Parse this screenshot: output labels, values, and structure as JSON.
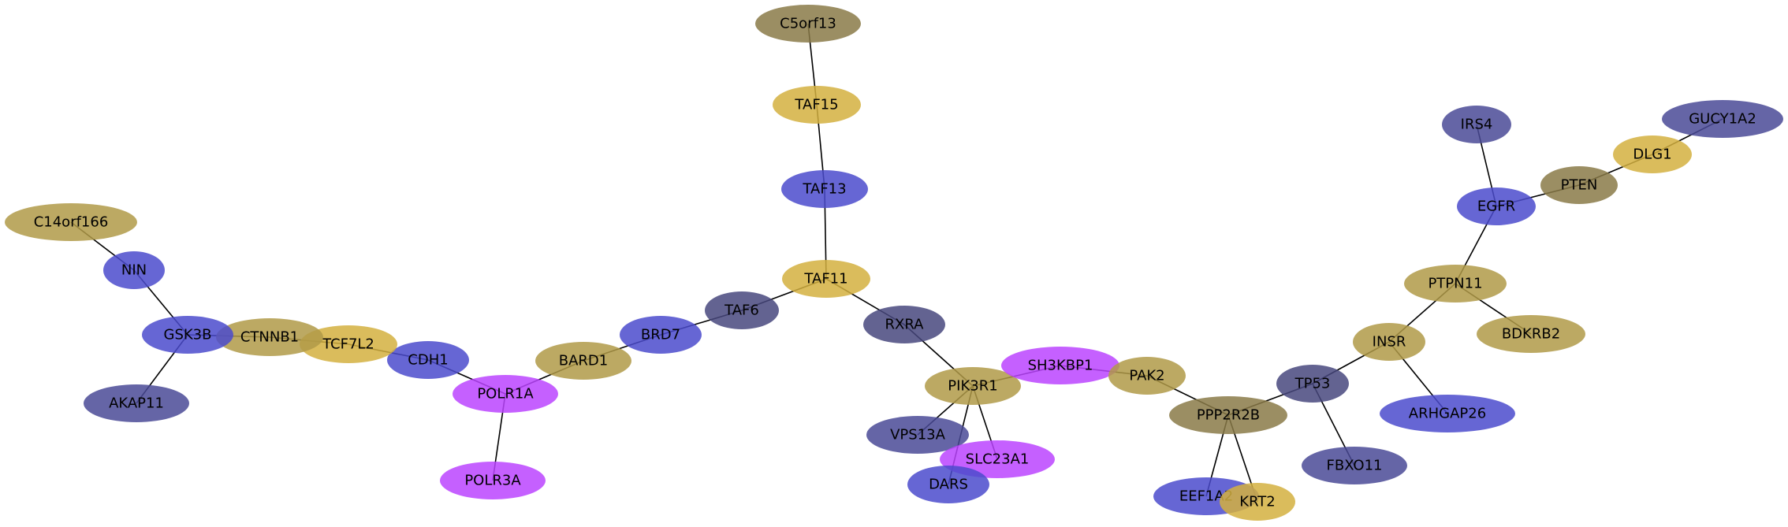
{
  "colors": {
    "blue": "#4b4bcc",
    "navy": "#4a4a96",
    "slate": "#48487e",
    "gold": "#d4b040",
    "khaki": "#b09a48",
    "olive": "#8a7a48",
    "magenta": "#bb44ff"
  },
  "nodes": [
    {
      "id": "C5orf13",
      "label": "C5orf13",
      "color": "olive"
    },
    {
      "id": "TAF15",
      "label": "TAF15",
      "color": "gold"
    },
    {
      "id": "TAF13",
      "label": "TAF13",
      "color": "blue"
    },
    {
      "id": "TAF11",
      "label": "TAF11",
      "color": "gold"
    },
    {
      "id": "TAF6",
      "label": "TAF6",
      "color": "slate"
    },
    {
      "id": "BRD7",
      "label": "BRD7",
      "color": "blue"
    },
    {
      "id": "BARD1",
      "label": "BARD1",
      "color": "khaki"
    },
    {
      "id": "POLR1A",
      "label": "POLR1A",
      "color": "magenta"
    },
    {
      "id": "POLR3A",
      "label": "POLR3A",
      "color": "magenta"
    },
    {
      "id": "CDH1",
      "label": "CDH1",
      "color": "blue"
    },
    {
      "id": "TCF7L2",
      "label": "TCF7L2",
      "color": "gold"
    },
    {
      "id": "CTNNB1",
      "label": "CTNNB1",
      "color": "khaki"
    },
    {
      "id": "GSK3B",
      "label": "GSK3B",
      "color": "blue"
    },
    {
      "id": "NIN",
      "label": "NIN",
      "color": "blue"
    },
    {
      "id": "C14orf166",
      "label": "C14orf166",
      "color": "khaki"
    },
    {
      "id": "AKAP11",
      "label": "AKAP11",
      "color": "navy"
    },
    {
      "id": "RXRA",
      "label": "RXRA",
      "color": "slate"
    },
    {
      "id": "PIK3R1",
      "label": "PIK3R1",
      "color": "khaki"
    },
    {
      "id": "VPS13A",
      "label": "VPS13A",
      "color": "navy"
    },
    {
      "id": "SLC23A1",
      "label": "SLC23A1",
      "color": "magenta"
    },
    {
      "id": "DARS",
      "label": "DARS",
      "color": "blue"
    },
    {
      "id": "SH3KBP1",
      "label": "SH3KBP1",
      "color": "magenta"
    },
    {
      "id": "PAK2",
      "label": "PAK2",
      "color": "khaki"
    },
    {
      "id": "PPP2R2B",
      "label": "PPP2R2B",
      "color": "olive"
    },
    {
      "id": "EEF1A2",
      "label": "EEF1A2",
      "color": "blue"
    },
    {
      "id": "KRT2",
      "label": "KRT2",
      "color": "gold"
    },
    {
      "id": "TP53",
      "label": "TP53",
      "color": "slate"
    },
    {
      "id": "FBXO11",
      "label": "FBXO11",
      "color": "navy"
    },
    {
      "id": "INSR",
      "label": "INSR",
      "color": "khaki"
    },
    {
      "id": "ARHGAP26",
      "label": "ARHGAP26",
      "color": "blue"
    },
    {
      "id": "PTPN11",
      "label": "PTPN11",
      "color": "khaki"
    },
    {
      "id": "BDKRB2",
      "label": "BDKRB2",
      "color": "khaki"
    },
    {
      "id": "EGFR",
      "label": "EGFR",
      "color": "blue"
    },
    {
      "id": "IRS4",
      "label": "IRS4",
      "color": "navy"
    },
    {
      "id": "PTEN",
      "label": "PTEN",
      "color": "olive"
    },
    {
      "id": "DLG1",
      "label": "DLG1",
      "color": "gold"
    },
    {
      "id": "GUCY1A2",
      "label": "GUCY1A2",
      "color": "navy"
    }
  ],
  "edges": [
    [
      "C5orf13",
      "TAF15"
    ],
    [
      "TAF15",
      "TAF13"
    ],
    [
      "TAF13",
      "TAF11"
    ],
    [
      "TAF11",
      "TAF6"
    ],
    [
      "TAF11",
      "RXRA"
    ],
    [
      "TAF6",
      "BRD7"
    ],
    [
      "BRD7",
      "BARD1"
    ],
    [
      "BARD1",
      "POLR1A"
    ],
    [
      "POLR1A",
      "POLR3A"
    ],
    [
      "POLR1A",
      "CDH1"
    ],
    [
      "CDH1",
      "TCF7L2"
    ],
    [
      "TCF7L2",
      "CTNNB1"
    ],
    [
      "CTNNB1",
      "GSK3B"
    ],
    [
      "GSK3B",
      "NIN"
    ],
    [
      "NIN",
      "C14orf166"
    ],
    [
      "GSK3B",
      "AKAP11"
    ],
    [
      "RXRA",
      "PIK3R1"
    ],
    [
      "PIK3R1",
      "VPS13A"
    ],
    [
      "PIK3R1",
      "SLC23A1"
    ],
    [
      "PIK3R1",
      "DARS"
    ],
    [
      "PIK3R1",
      "SH3KBP1"
    ],
    [
      "SH3KBP1",
      "PAK2"
    ],
    [
      "PAK2",
      "PPP2R2B"
    ],
    [
      "PPP2R2B",
      "EEF1A2"
    ],
    [
      "PPP2R2B",
      "KRT2"
    ],
    [
      "PPP2R2B",
      "TP53"
    ],
    [
      "TP53",
      "FBXO11"
    ],
    [
      "TP53",
      "INSR"
    ],
    [
      "INSR",
      "ARHGAP26"
    ],
    [
      "INSR",
      "PTPN11"
    ],
    [
      "PTPN11",
      "BDKRB2"
    ],
    [
      "PTPN11",
      "EGFR"
    ],
    [
      "EGFR",
      "IRS4"
    ],
    [
      "EGFR",
      "PTEN"
    ],
    [
      "PTEN",
      "DLG1"
    ],
    [
      "DLG1",
      "GUCY1A2"
    ]
  ]
}
